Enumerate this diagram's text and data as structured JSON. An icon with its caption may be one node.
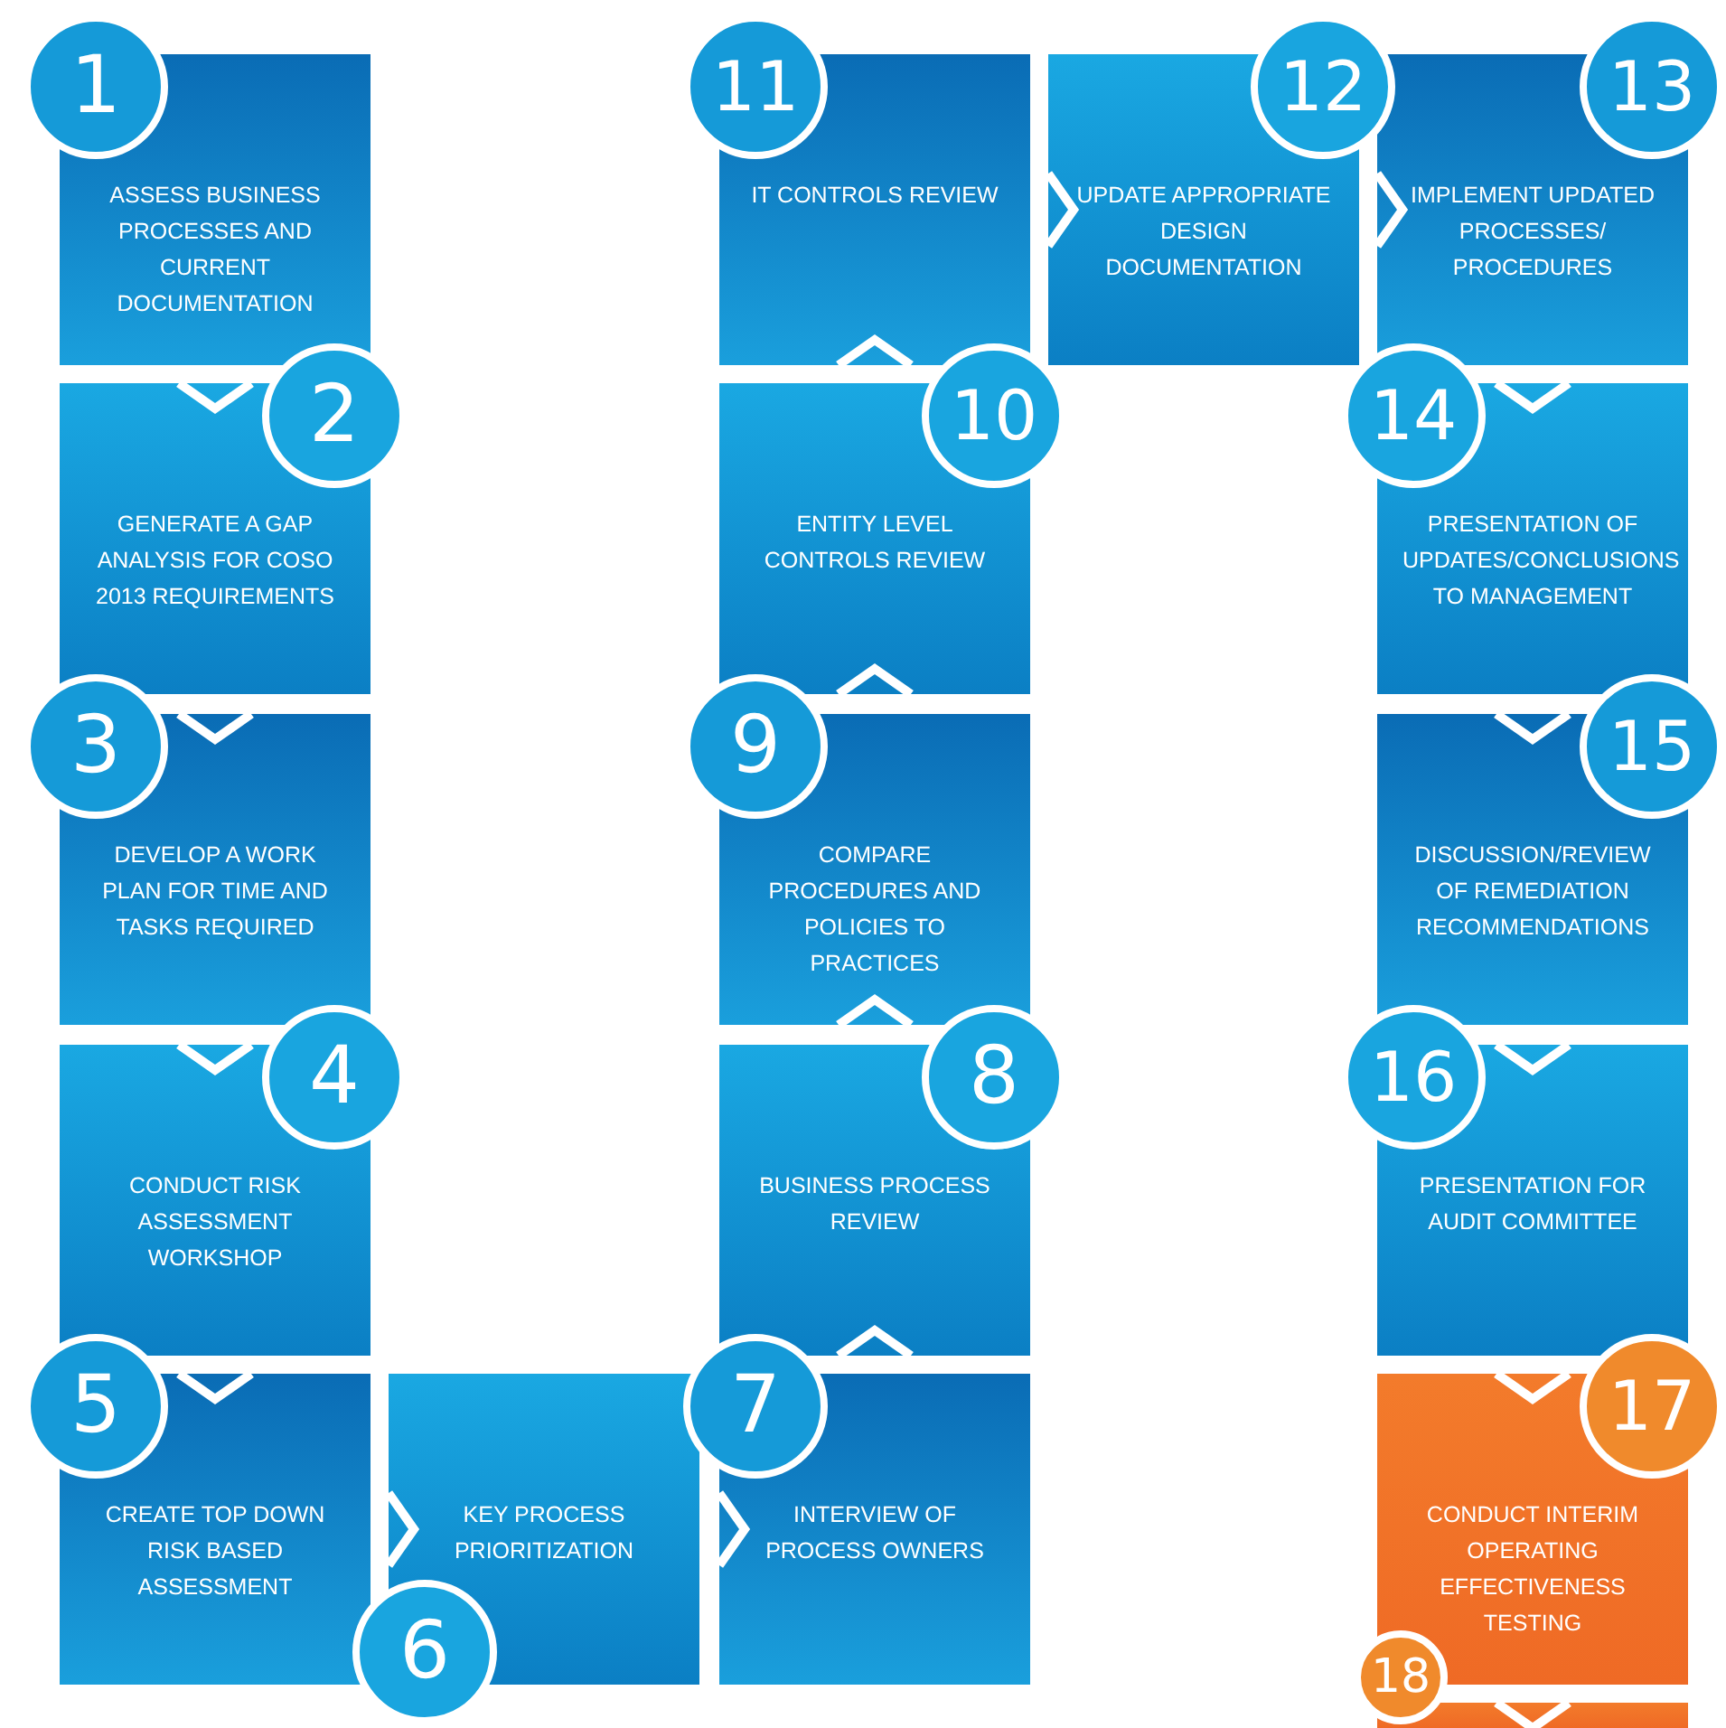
{
  "diagram": {
    "nodes": [
      {
        "text": [
          "1",
          "ASSESS BUSINESS PROCESSES AND CURRENT DOCUMENTATION"
        ]
      },
      {
        "text": [
          "2",
          "GENERATE A GAP ANALYSIS FOR COSO 2013 REQUIREMENTS"
        ]
      },
      {
        "text": [
          "3",
          "DEVELOP A WORK PLAN FOR TIME AND TASKS REQUIRED"
        ]
      },
      {
        "text": [
          "4",
          "CONDUCT RISK ASSESSMENT WORKSHOP"
        ]
      },
      {
        "text": [
          "5",
          "CREATE TOP DOWN RISK BASED ASSESSMENT"
        ]
      },
      {
        "text": [
          "6",
          "KEY PROCESS PRIORITIZATION"
        ]
      },
      {
        "text": [
          "7",
          "INTERVIEW OF PROCESS OWNERS"
        ]
      },
      {
        "text": [
          "8",
          "BUSINESS PROCESS REVIEW"
        ]
      },
      {
        "text": [
          "9",
          "COMPARE PROCEDURES AND POLICIES TO PRACTICES"
        ]
      },
      {
        "text": [
          "10",
          "ENTITY LEVEL CONTROLS REVIEW"
        ]
      },
      {
        "text": [
          "11",
          "IT CONTROLS REVIEW"
        ]
      },
      {
        "text": [
          "12",
          "UPDATE APPROPRIATE DESIGN DOCUMENTATION"
        ]
      },
      {
        "text": [
          "13",
          "IMPLEMENT UPDATED PROCESSES/ PROCEDURES"
        ]
      },
      {
        "text": [
          "14",
          "PRESENTATION OF UPDATES/CONCLUSIONS TO MANAGEMENT"
        ]
      },
      {
        "text": [
          "15",
          "DISCUSSION/REVIEW OF REMEDIATION RECOMMENDATIONS"
        ]
      },
      {
        "text": [
          "16",
          "PRESENTATION FOR AUDIT COMMITTEE"
        ]
      },
      {
        "text": [
          "17",
          "CONDUCT INTERIM OPERATING EFFECTIVENESS TESTING"
        ]
      },
      {
        "text": [
          "18"
        ]
      }
    ],
    "edges": [
      {
        "from": 0,
        "to": 1,
        "arrow": "to"
      },
      {
        "from": 1,
        "to": 2,
        "arrow": "to"
      },
      {
        "from": 2,
        "to": 3,
        "arrow": "to"
      },
      {
        "from": 3,
        "to": 4,
        "arrow": "to"
      },
      {
        "from": 4,
        "to": 5,
        "arrow": "to"
      },
      {
        "from": 5,
        "to": 6,
        "arrow": "to"
      },
      {
        "from": 6,
        "to": 7,
        "arrow": "to"
      },
      {
        "from": 7,
        "to": 8,
        "arrow": "to"
      },
      {
        "from": 8,
        "to": 9,
        "arrow": "to"
      },
      {
        "from": 9,
        "to": 10,
        "arrow": "to"
      },
      {
        "from": 10,
        "to": 11,
        "arrow": "to"
      },
      {
        "from": 11,
        "to": 12,
        "arrow": "to"
      },
      {
        "from": 12,
        "to": 13,
        "arrow": "to"
      },
      {
        "from": 13,
        "to": 14,
        "arrow": "to"
      },
      {
        "from": 14,
        "to": 15,
        "arrow": "to"
      },
      {
        "from": 15,
        "to": 16,
        "arrow": "to"
      },
      {
        "from": 16,
        "to": 17,
        "arrow": "to"
      }
    ]
  }
}
